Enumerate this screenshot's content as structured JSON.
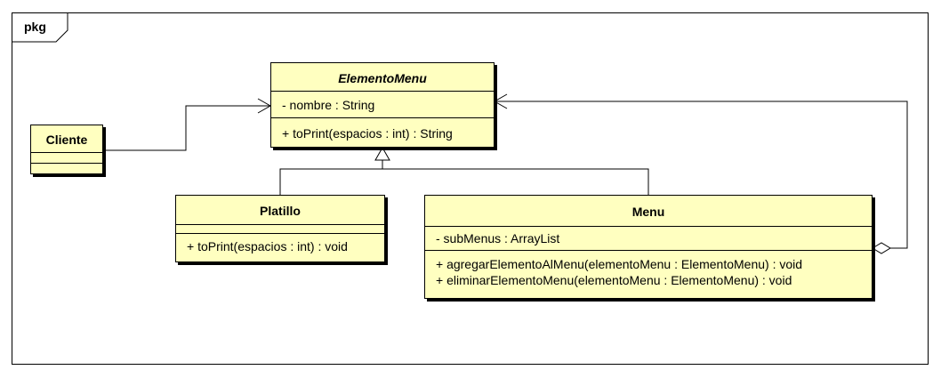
{
  "package": {
    "label": "pkg"
  },
  "classes": {
    "elemento_menu": {
      "name": "ElementoMenu",
      "attributes": [
        "- nombre : String"
      ],
      "operations": [
        "+ toPrint(espacios : int) : String"
      ]
    },
    "cliente": {
      "name": "Cliente",
      "attributes": [],
      "operations": []
    },
    "platillo": {
      "name": "Platillo",
      "attributes": [],
      "operations": [
        "+ toPrint(espacios : int) : void"
      ]
    },
    "menu": {
      "name": "Menu",
      "attributes": [
        "- subMenus : ArrayList"
      ],
      "operations": [
        "+ agregarElementoAlMenu(elementoMenu : ElementoMenu) : void",
        "+ eliminarElementoMenu(elementoMenu : ElementoMenu) : void"
      ]
    }
  },
  "relations": [
    {
      "type": "association",
      "from": "Cliente",
      "to": "ElementoMenu"
    },
    {
      "type": "generalization",
      "from": "Platillo",
      "to": "ElementoMenu"
    },
    {
      "type": "generalization",
      "from": "Menu",
      "to": "ElementoMenu"
    },
    {
      "type": "aggregation",
      "from": "Menu",
      "to": "ElementoMenu"
    }
  ]
}
